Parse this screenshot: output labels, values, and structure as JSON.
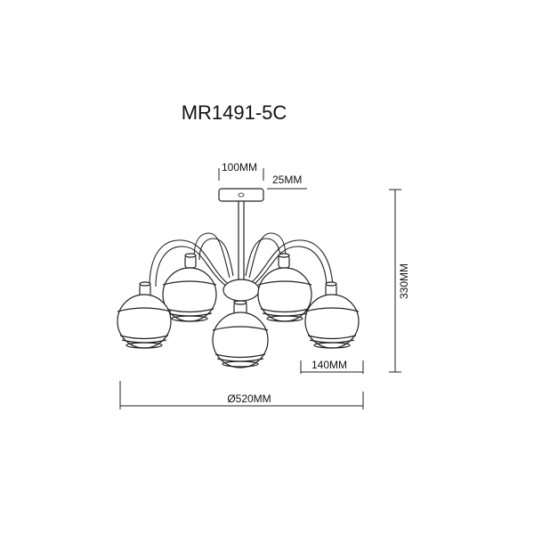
{
  "model": "MR1491-5C",
  "dimensions": {
    "canopy_diameter": "100MM",
    "canopy_height": "25MM",
    "total_height": "330MM",
    "shade_diameter": "140MM",
    "overall_diameter": "Ø520MM"
  },
  "colors": {
    "line": "#222222",
    "background": "#ffffff"
  }
}
